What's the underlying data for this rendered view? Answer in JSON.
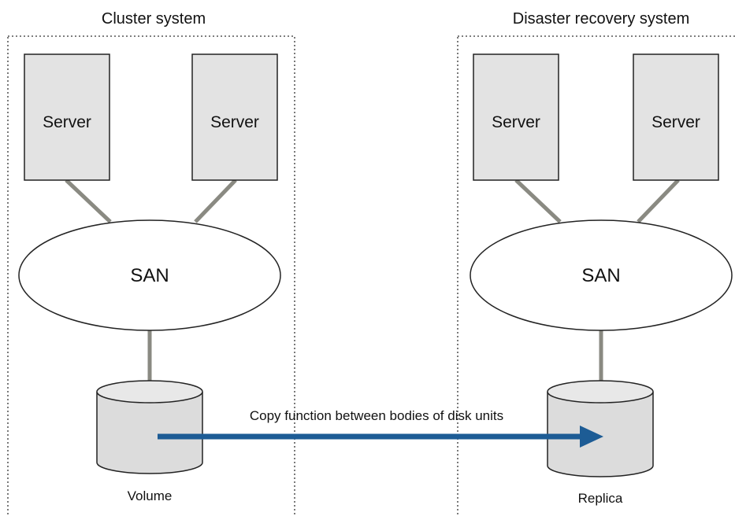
{
  "groups": {
    "cluster": {
      "title": "Cluster system"
    },
    "dr": {
      "title": "Disaster recovery system"
    }
  },
  "servers": {
    "cluster_left": "Server",
    "cluster_right": "Server",
    "dr_left": "Server",
    "dr_right": "Server"
  },
  "networks": {
    "cluster": "SAN",
    "dr": "SAN"
  },
  "disks": {
    "volume": "Volume",
    "replica": "Replica"
  },
  "copy_arrow": {
    "label": "Copy function between bodies of disk units"
  },
  "colors": {
    "server_fill": "#e3e3e3",
    "disk_fill": "#dcdcdc",
    "connector": "#8a8a82",
    "arrow": "#1d5c95",
    "outline": "#222222"
  }
}
